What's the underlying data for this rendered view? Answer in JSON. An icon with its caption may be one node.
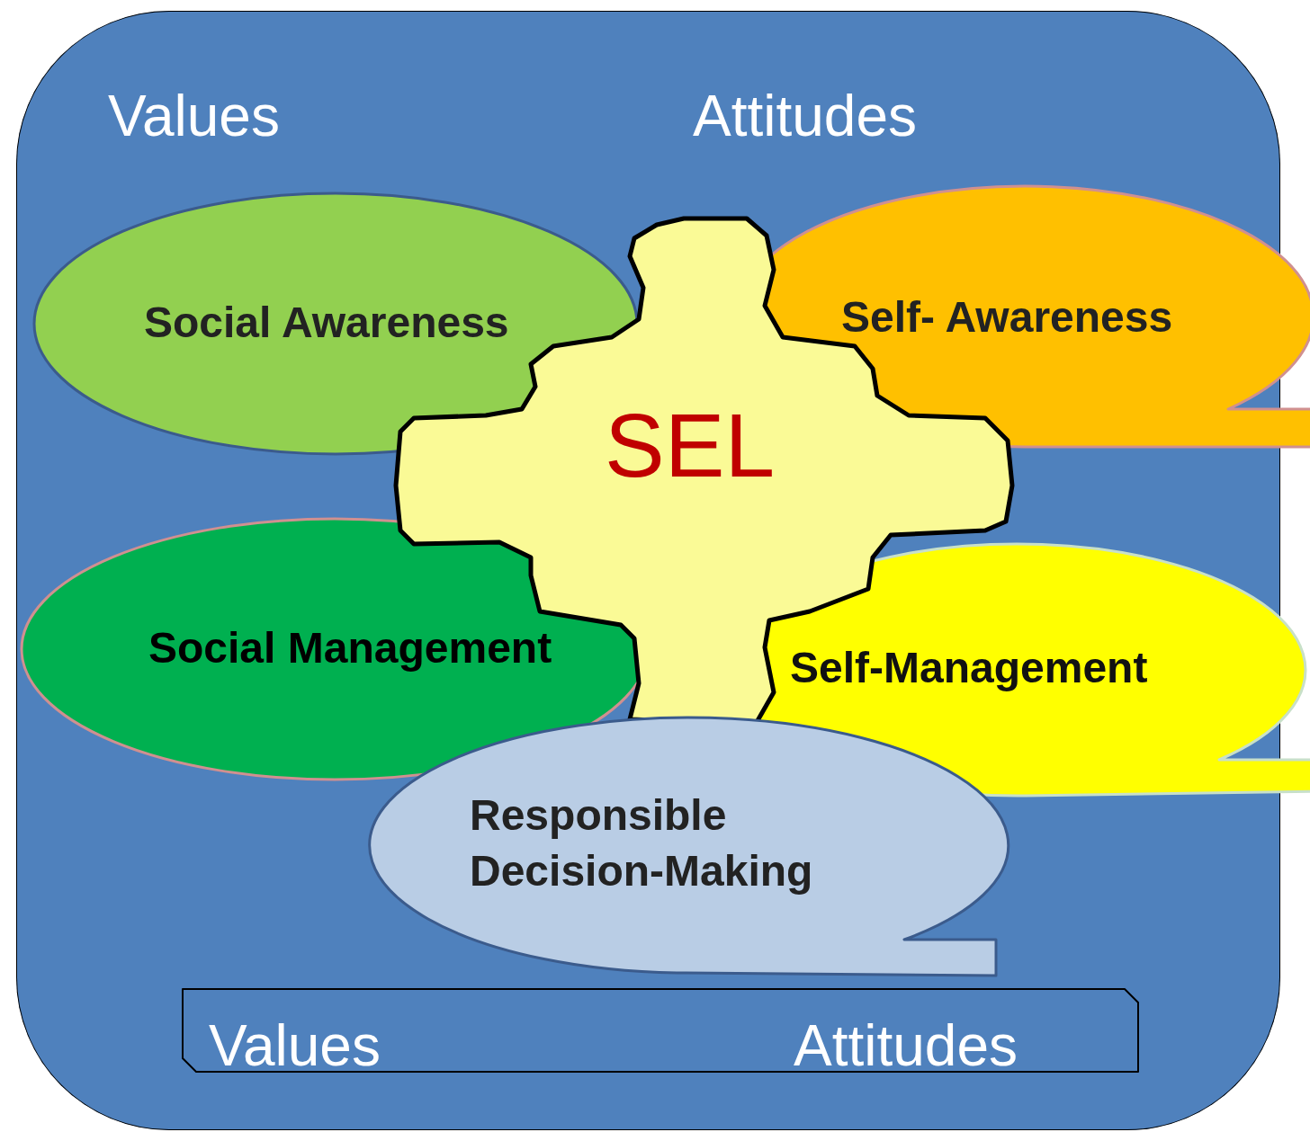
{
  "diagram": {
    "nodes": [
      {
        "text": [
          "Values",
          "Attitudes"
        ]
      },
      {
        "text": [
          "Social Awareness"
        ],
        "in": 0
      },
      {
        "text": [
          "Self- Awareness"
        ]
      },
      {
        "text": [
          "SEL"
        ],
        "in": 0
      },
      {
        "text": [
          "Social Management"
        ],
        "in": 0
      },
      {
        "text": [
          "Self-Management"
        ]
      },
      {
        "text": [
          "Responsible Decision-Making"
        ],
        "in": 0
      },
      {
        "text": [
          "Values",
          "Attitudes"
        ],
        "in": 0
      }
    ],
    "edges": []
  }
}
